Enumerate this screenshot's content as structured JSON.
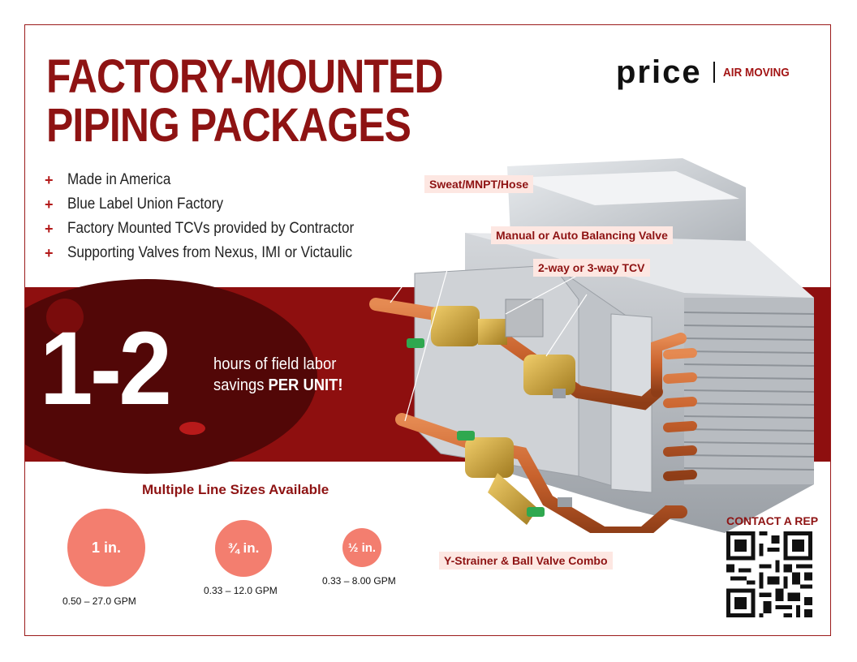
{
  "title": {
    "line1": "FACTORY-MOUNTED",
    "line2": "PIPING PACKAGES"
  },
  "brand": {
    "logo": "price",
    "divider": "|",
    "tagline": "AIR MOVING"
  },
  "bullets": [
    {
      "marker": "+",
      "text": "Made in America"
    },
    {
      "marker": "+",
      "text": "Blue Label Union Factory"
    },
    {
      "marker": "+",
      "text": "Factory Mounted TCVs provided by Contractor"
    },
    {
      "marker": "+",
      "text": "Supporting Valves from Nexus, IMI or Victaulic"
    }
  ],
  "headline": {
    "value": "1-2",
    "line1": "hours of field labor",
    "line2_prefix": "savings ",
    "line2_bold": "PER UNIT!"
  },
  "callouts": {
    "sweat": "Sweat/MNPT/Hose",
    "balancing": "Manual or Auto Balancing Valve",
    "tcv": "2-way or 3-way TCV",
    "strainer": "Y-Strainer & Ball Valve Combo"
  },
  "sizes": {
    "title": "Multiple Line Sizes Available",
    "items": [
      {
        "label": "1 in.",
        "gpm": "0.50 – 27.0 GPM"
      },
      {
        "label": "¾ in.",
        "gpm": "0.33 – 12.0 GPM"
      },
      {
        "label": "½ in.",
        "gpm": "0.33 – 8.00 GPM"
      }
    ]
  },
  "contact": {
    "label": "CONTACT A REP"
  },
  "colors": {
    "brand_red": "#8e1313",
    "band_red": "#8e0f0f",
    "salmon": "#f37e6f",
    "copper": "#c8622d",
    "brass": "#c9a13a"
  }
}
